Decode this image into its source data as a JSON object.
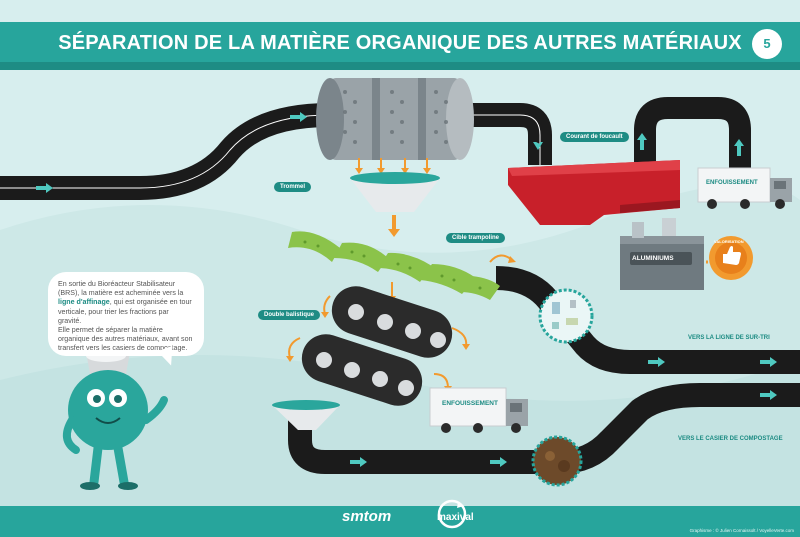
{
  "header": {
    "title": "SÉPARATION DE LA MATIÈRE ORGANIQUE DES AUTRES MATÉRIAUX",
    "page_number": "5"
  },
  "labels": {
    "trommel": "Trommel",
    "courant_foucault": "Courant de foucault",
    "cible_trampoline": "Cible trampoline",
    "double_balistique": "Double balistique",
    "enfouissement_top": "ENFOUISSEMENT",
    "enfouissement_bottom": "ENFOUISSEMENT",
    "aluminiums": "ALUMINIUMS",
    "valorisation": "VALORISATION",
    "vers_ligne": "VERS LA LIGNE DE SUR-TRI",
    "vers_casier": "VERS LE CASIER DE COMPOSTAGE"
  },
  "speech": {
    "line_before": "En sortie du Bioréacteur Stabilisateur (BRS), la matière est acheminée vers la ",
    "highlight": "ligne d'affinage",
    "line_after": ", qui est organisée en tour verticale, pour trier les fractions par gravité.",
    "line2": "Elle permet de séparer la matière organique des autres matériaux, avant son transfert vers les casiers de compostage."
  },
  "footer": {
    "logo_left": "smtom",
    "logo_right": "maxival",
    "credit": "Graphisme : © Julien Cornaissolt / VoyelleVerte.com"
  },
  "colors": {
    "teal": "#27a59c",
    "teal_dark": "#1e8c84",
    "road": "#1b1b1b",
    "arrow_road": "#4fc9c0",
    "flow_arrow": "#f29a2e",
    "red_chute": "#c8202a",
    "green_screen": "#8bc34a"
  }
}
